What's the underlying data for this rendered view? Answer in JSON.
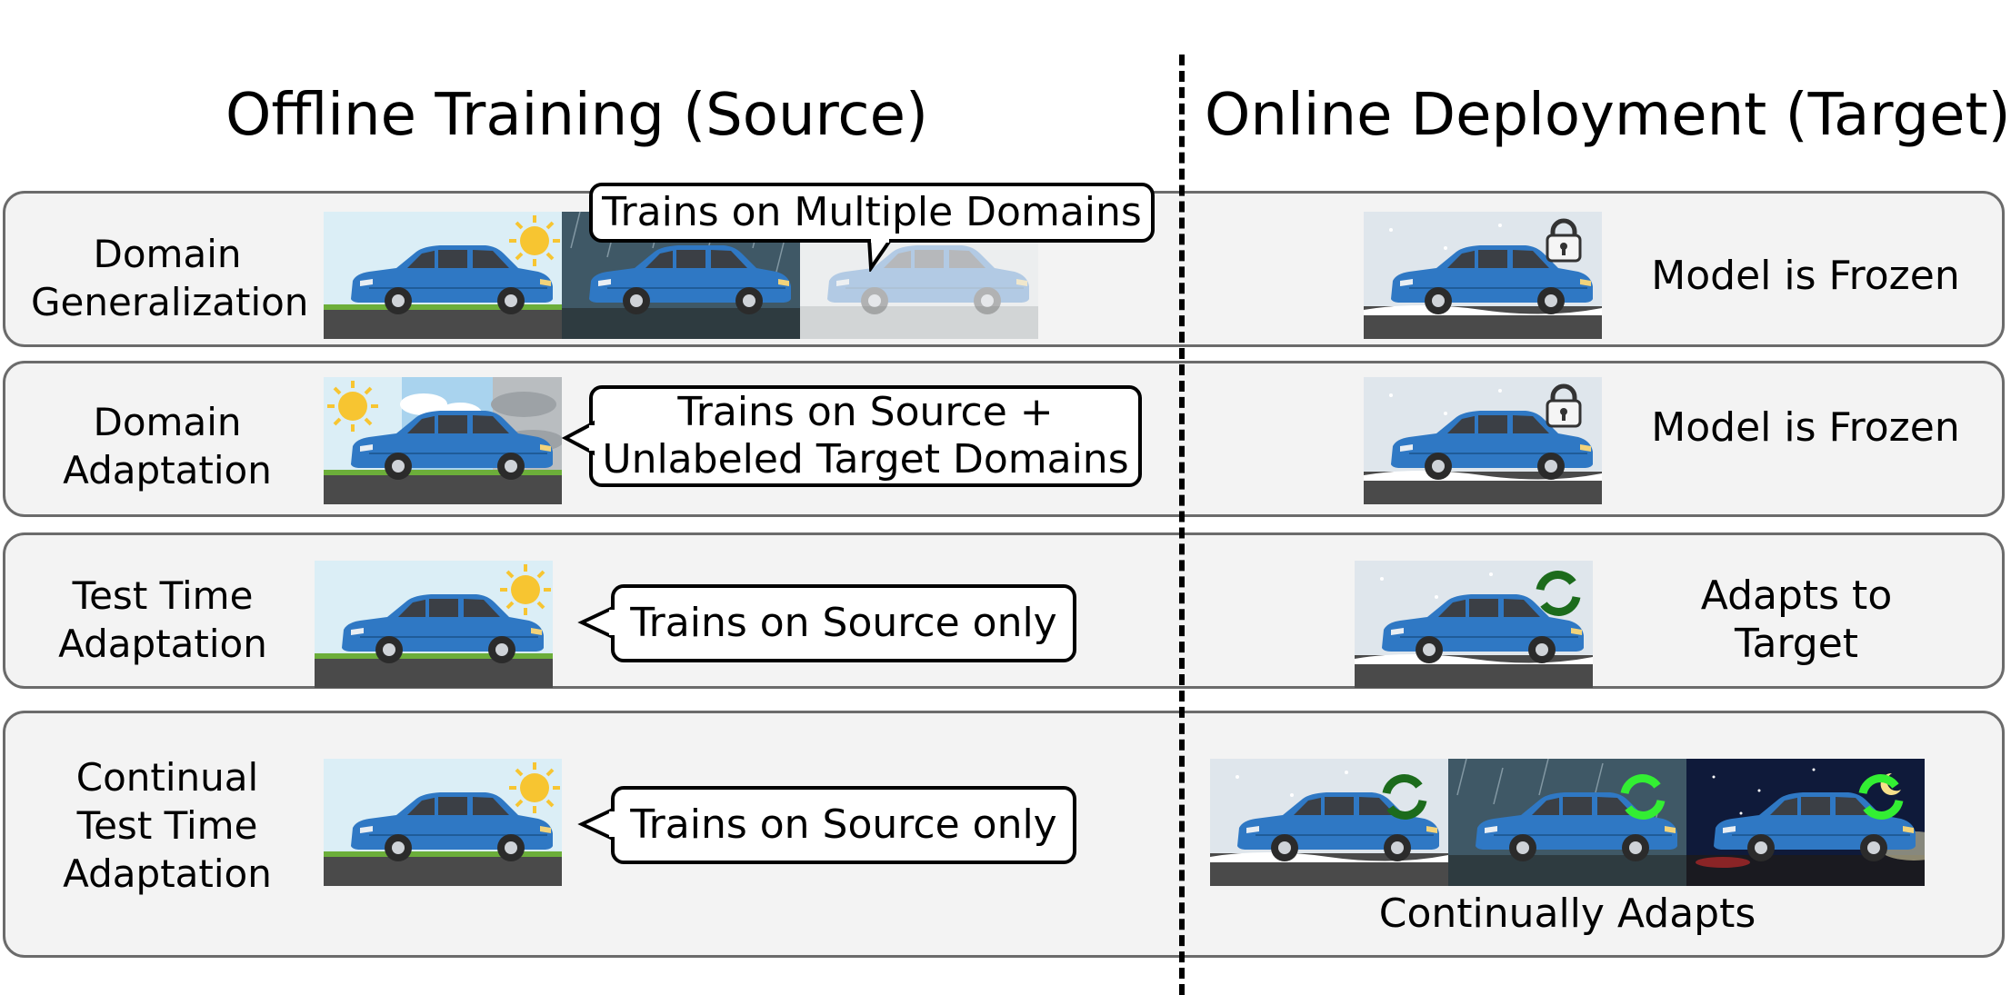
{
  "headers": {
    "offline": "Offline Training (Source)",
    "online": "Online Deployment (Target)"
  },
  "rows": [
    {
      "label": "Domain\nGeneralization",
      "bubble": "Trains on Multiple Domains",
      "online_note": "Model is Frozen",
      "online_icon": "lock-icon"
    },
    {
      "label": "Domain\nAdaptation",
      "bubble": "Trains on Source +\nUnlabeled Target Domains",
      "online_note": "Model is Frozen",
      "online_icon": "lock-icon"
    },
    {
      "label": "Test Time\nAdaptation",
      "bubble": "Trains on Source only",
      "online_note": "Adapts to\nTarget",
      "online_icon": "refresh-icon"
    },
    {
      "label": "Continual\nTest Time\nAdaptation",
      "bubble": "Trains on Source only",
      "online_note": "Continually Adapts",
      "online_icon": "refresh-icon"
    }
  ],
  "colors": {
    "car_body": "#2f78c4",
    "sun": "#f7c531",
    "refresh_dark": "#1c6b1c",
    "refresh_bright": "#33ee33",
    "border": "#6b6b6b",
    "row_bg": "#f3f3f3"
  }
}
